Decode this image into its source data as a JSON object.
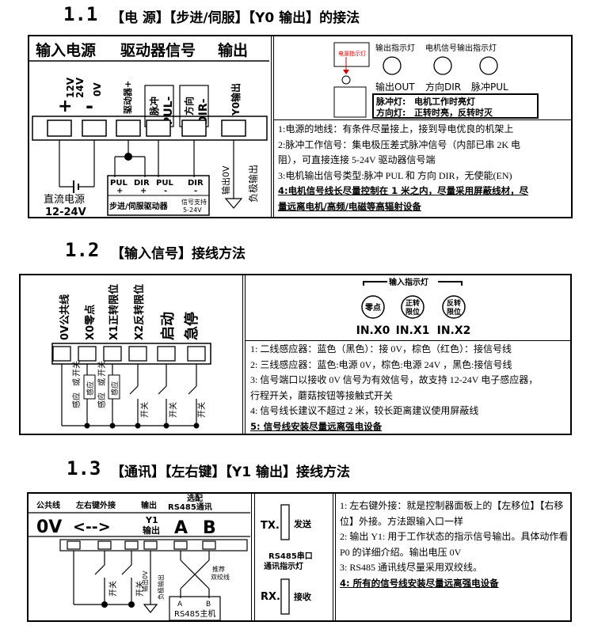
{
  "s1": {
    "num": "1.1",
    "title": "【电 源】【步进/伺服】【Y0 输出】的接法",
    "hdr": {
      "power": "输入电源",
      "driver": "驱动器信号",
      "output": "输出"
    },
    "terms": [
      "12V 24V",
      "0V",
      "驱动器+",
      "脉冲-PUL-",
      "方向-DIR-",
      "Y0输出"
    ],
    "plus": "+",
    "minus": "-",
    "v12": "12V",
    "v24": "24V",
    "v0": "0V",
    "drv_plus": "驱动器+",
    "pul_cn": "脉冲",
    "pul_en": "PUL-",
    "dir_cn": "方向",
    "dir_en": "DIR-",
    "y0": "Y0输出",
    "dc_label": "直流电源",
    "dc_range": "12-24V",
    "drv_pins": [
      "PUL +",
      "DIR +",
      "PUL -",
      "DIR -"
    ],
    "pul_p": "PUL",
    "dir_p": "DIR",
    "pul_m": "PUL",
    "dir_m": "DIR",
    "pm_plus": "+",
    "pm_minus": "-",
    "drv_name": "步进/伺服驱动器",
    "drv_sig_a": "信号支持",
    "drv_sig_b": "5-24V",
    "out0v": "输出0V",
    "neg_out": "负极输出",
    "led_power": "电源指示灯",
    "led_out_title": "输出指示灯",
    "led_motor_title": "电机信号输出指示灯",
    "led_out": "输出OUT",
    "led_dir": "方向DIR",
    "led_pul": "脉冲PUL",
    "legend_pul_k": "脉冲灯:",
    "legend_pul_v": "电机工作时亮灯",
    "legend_dir_k": "方向灯:",
    "legend_dir_v": "正转时亮，反转时灭",
    "notes": [
      "1:电源的地线：有条件尽量接上，接到导电优良的机架上",
      "2:脉冲工作信号：集电极压差式脉冲信号（内部已串 2K 电",
      "阻），可直接连接 5-24V 驱动器信号端",
      "3:电机输出信号类型:脉冲 PUL  和  方向 DIR，无使能(EN)",
      "4:电机信号线长尽量控制在 1 米之内，尽量采用屏蔽线材，尽",
      "量远离电机/高频/电磁等高辐射设备"
    ]
  },
  "s2": {
    "num": "1.2",
    "title": "【输入信号】接线方法",
    "terms": [
      "0V公共线",
      "X0零点",
      "X1正转限位",
      "X2反转限位",
      "启动",
      "急停"
    ],
    "sensor_a": "感应",
    "sensor_b": "或",
    "switch": "开关",
    "sensor_box": "感应",
    "led_title": "输入指示灯",
    "leds": [
      {
        "label": "零点",
        "port": "IN.X0"
      },
      {
        "label": "正转限位",
        "port": "IN.X1"
      },
      {
        "label": "反转限位",
        "port": "IN.X2"
      }
    ],
    "notes": [
      "1:  二线感应器：蓝色（黑色）：接 0V，棕色（红色）：接信号线",
      "2:  三线感应器：蓝色:电源 0V，棕色:电源 24V ，黑色:接信号线",
      "3: 信号端口以接收 0V 信号为有效信号，故支持 12-24V 电子感应器，",
      "行程开关，蘑菇按钮等接触式开关",
      "4:  信号线长建议不超过 2 米，较长距离建议使用屏蔽线",
      "5:  信号线安装尽量远离强电设备"
    ]
  },
  "s3": {
    "num": "1.3",
    "title": "【通讯】【左右键】【Y1 输出】接线方法",
    "hdr": {
      "common": "公共线",
      "lr": "左右键外接",
      "out": "输出",
      "opt": "选配",
      "rs": "RS485通讯"
    },
    "labels": {
      "v0": "0V",
      "arrows": "<-->",
      "y1a": "Y1",
      "y1b": "输出",
      "a": "A",
      "b": "B"
    },
    "out0v": "输出0V",
    "neg_out": "负极输出",
    "switch": "开关",
    "twisted_a": "推荐",
    "twisted_b": "双绞线",
    "host": "RS485主机",
    "host_a": "A",
    "host_b": "B",
    "tx": "TX.",
    "tx_lbl": "发送",
    "rx": "RX.",
    "rx_lbl": "接收",
    "rs_ind_a": "RS485串口",
    "rs_ind_b": "通讯指示灯",
    "notes": [
      "1:  左右键外接：就是控制器面板上的【左移位】【右移位】外接。方法跟输入口一样",
      "2:  输出 Y1:  用于工作状态的指示信号输出。具体动作看 P0 的详细介绍。输出电压 0V",
      "3:  RS485 通讯线尽量采用双绞线。",
      "4:  所有的信号线安装尽量远离强电设备"
    ]
  }
}
